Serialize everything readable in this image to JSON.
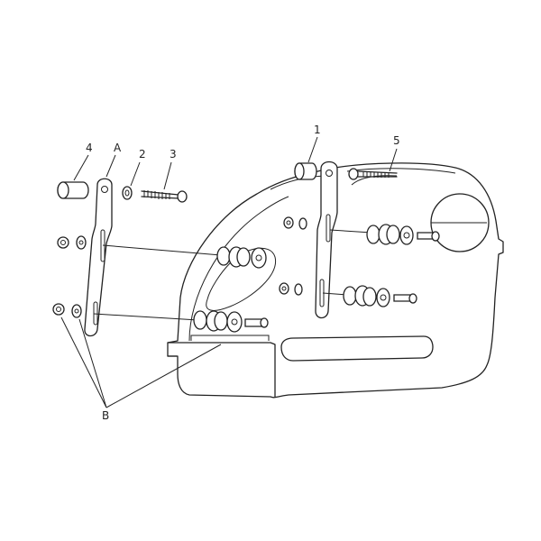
{
  "diagram": {
    "type": "exploded-assembly",
    "callouts": {
      "part_4": "4",
      "part_a": "A",
      "part_2": "2",
      "part_3": "3",
      "part_1": "1",
      "part_5": "5",
      "part_b": "B"
    },
    "line_color": "#222222",
    "background": "#ffffff"
  }
}
